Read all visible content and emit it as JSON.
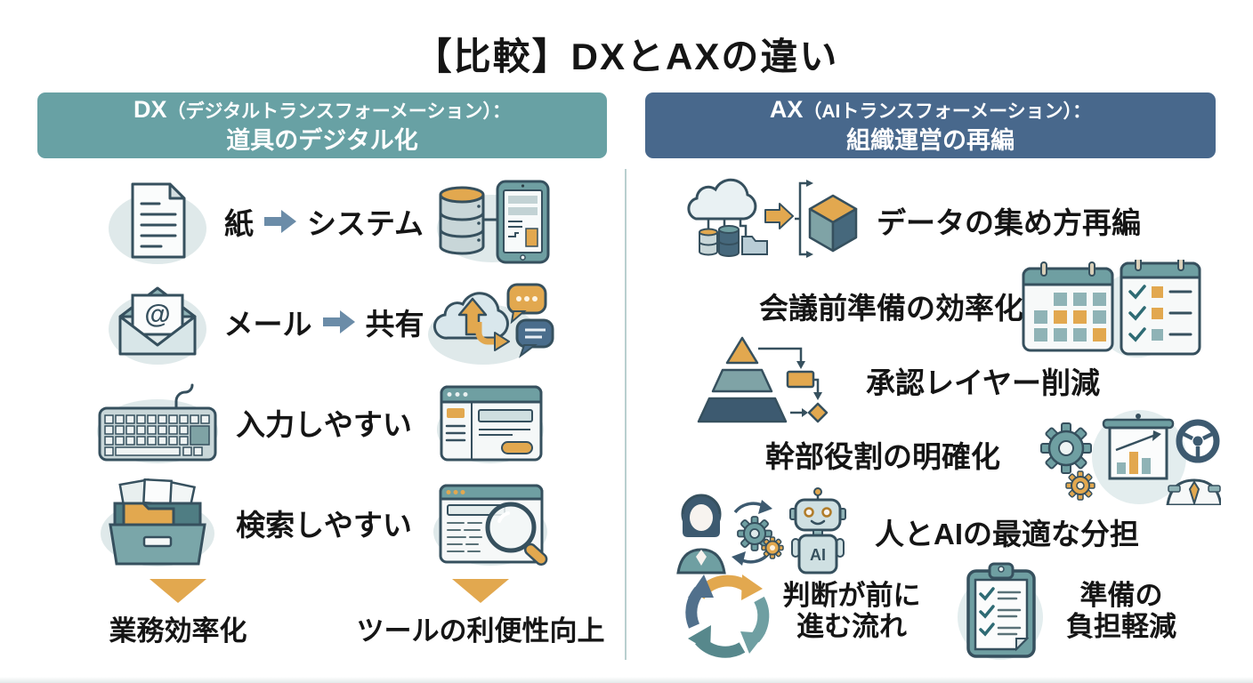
{
  "title": "【比較】DXとAXの違い",
  "left": {
    "header": {
      "abbr": "DX",
      "subtitle": "（デジタルトランスフォーメーション）：",
      "line2": "道具のデジタル化"
    },
    "rows": [
      {
        "icon_left": "paper-document-icon",
        "pre": "紙",
        "post": "システム",
        "icon_right": "database-tablet-icon"
      },
      {
        "icon_left": "email-envelope-icon",
        "pre": "メール",
        "post": "共有",
        "icon_right": "cloud-sync-chat-icon"
      },
      {
        "icon_left": "keyboard-icon",
        "label": "入力しやすい",
        "icon_right": "form-window-icon"
      },
      {
        "icon_left": "file-box-icon",
        "label": "検索しやすい",
        "icon_right": "search-window-icon"
      }
    ],
    "outcomes": [
      {
        "label": "業務効率化"
      },
      {
        "label": "ツールの利便性向上"
      }
    ]
  },
  "right": {
    "header": {
      "abbr": "AX",
      "subtitle": "（AIトランスフォーメーション）：",
      "line2": "組織運営の再編"
    },
    "rows": [
      {
        "icon": "cloud-data-cube-icon",
        "label": "データの集め方再編"
      },
      {
        "icon": "calendar-checklist-icon",
        "label": "会議前準備の効率化"
      },
      {
        "icon": "pyramid-flow-icon",
        "label": "承認レイヤー削減"
      },
      {
        "icon": "gears-dashboard-captain-icon",
        "label": "幹部役割の明確化"
      },
      {
        "icon": "human-gears-robot-icon",
        "label": "人とAIの最適な分担"
      },
      {
        "icon": "cycle-arrows-icon",
        "line1": "判断が前に",
        "line2": "進む流れ"
      },
      {
        "icon": "clipboard-checklist-icon",
        "line1": "準備の",
        "line2": "負担軽減"
      }
    ],
    "robot_chest_label": "AI",
    "envelope_symbol": "@"
  },
  "colors": {
    "dx_header_bg": "#68a1a4",
    "ax_header_bg": "#48688c",
    "accent_orange": "#e2a84f",
    "outline": "#36505e",
    "divider": "#b9cfcf",
    "icon_ellipse_bg": "#dfe9ea",
    "arrow_blue": "#6b8ca8"
  }
}
